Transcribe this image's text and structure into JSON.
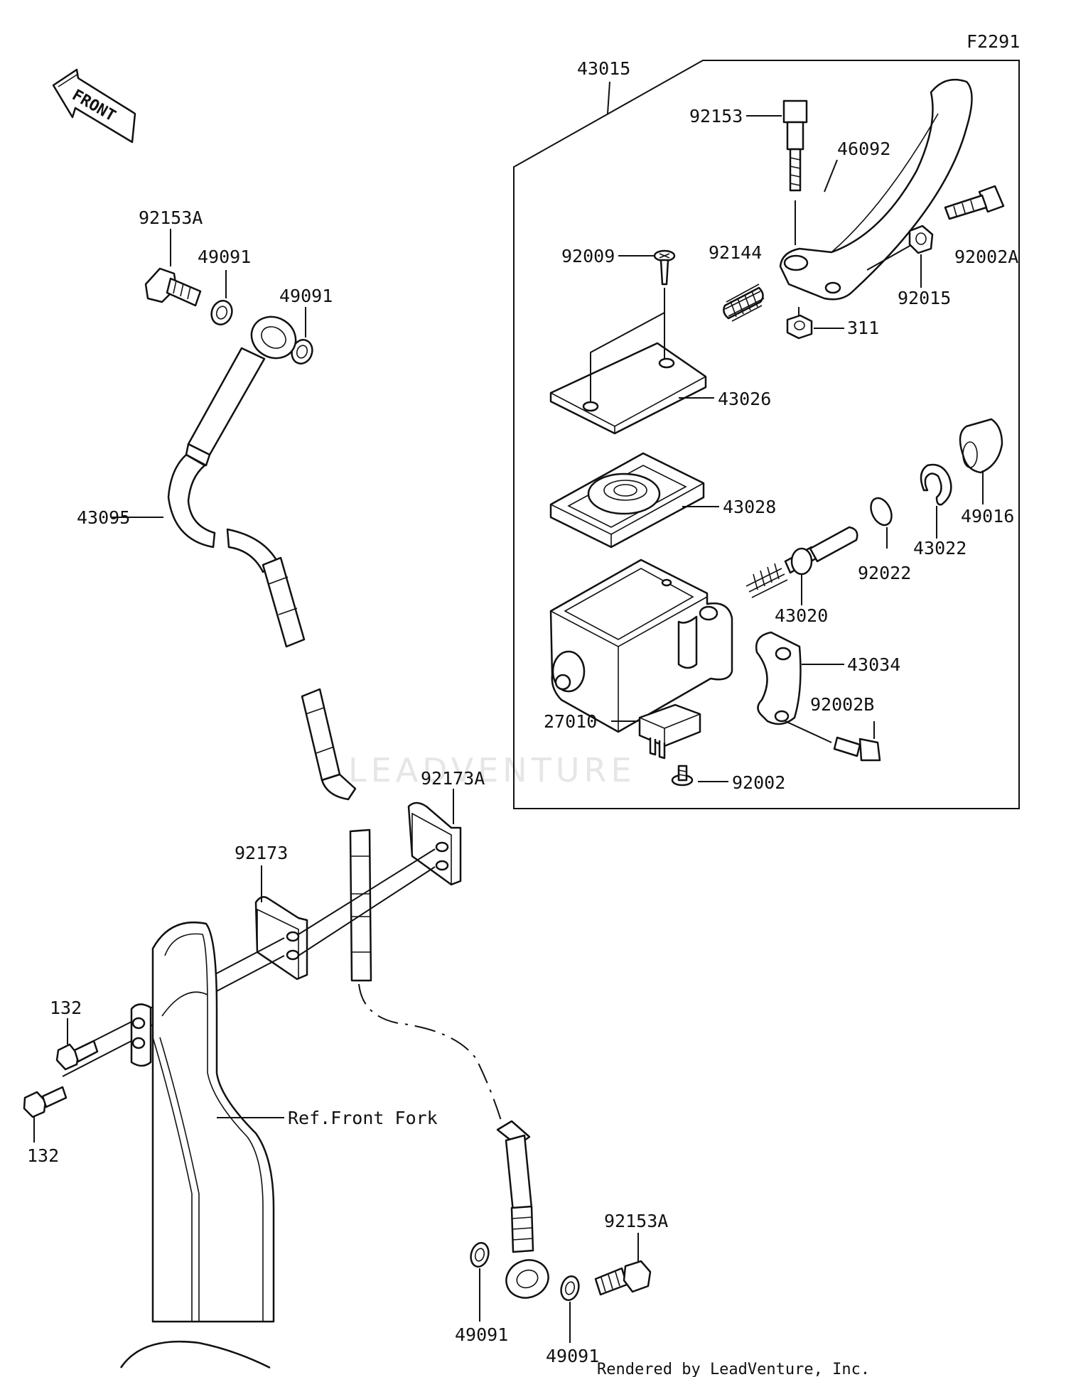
{
  "figure_code": "F2291",
  "direction_arrow": "FRONT",
  "watermark": "LEADVENTURE",
  "footer": "Rendered by LeadVenture, Inc.",
  "reference_note": "Ref.Front Fork",
  "labels": {
    "l43015": "43015",
    "l92153": "92153",
    "l46092": "46092",
    "l92002A": "92002A",
    "l92009": "92009",
    "l92144": "92144",
    "l92015": "92015",
    "l311": "311",
    "l43026": "43026",
    "l43028": "43028",
    "l49016": "49016",
    "l43022": "43022",
    "l92022": "92022",
    "l43020": "43020",
    "l43034": "43034",
    "l92002B": "92002B",
    "l27010": "27010",
    "l92002": "92002",
    "l92153A_top": "92153A",
    "l49091_a": "49091",
    "l49091_b": "49091",
    "l43095": "43095",
    "l92173A": "92173A",
    "l92173": "92173",
    "l132_a": "132",
    "l132_b": "132",
    "l92153A_bottom": "92153A",
    "l49091_c": "49091",
    "l49091_d": "49091"
  }
}
